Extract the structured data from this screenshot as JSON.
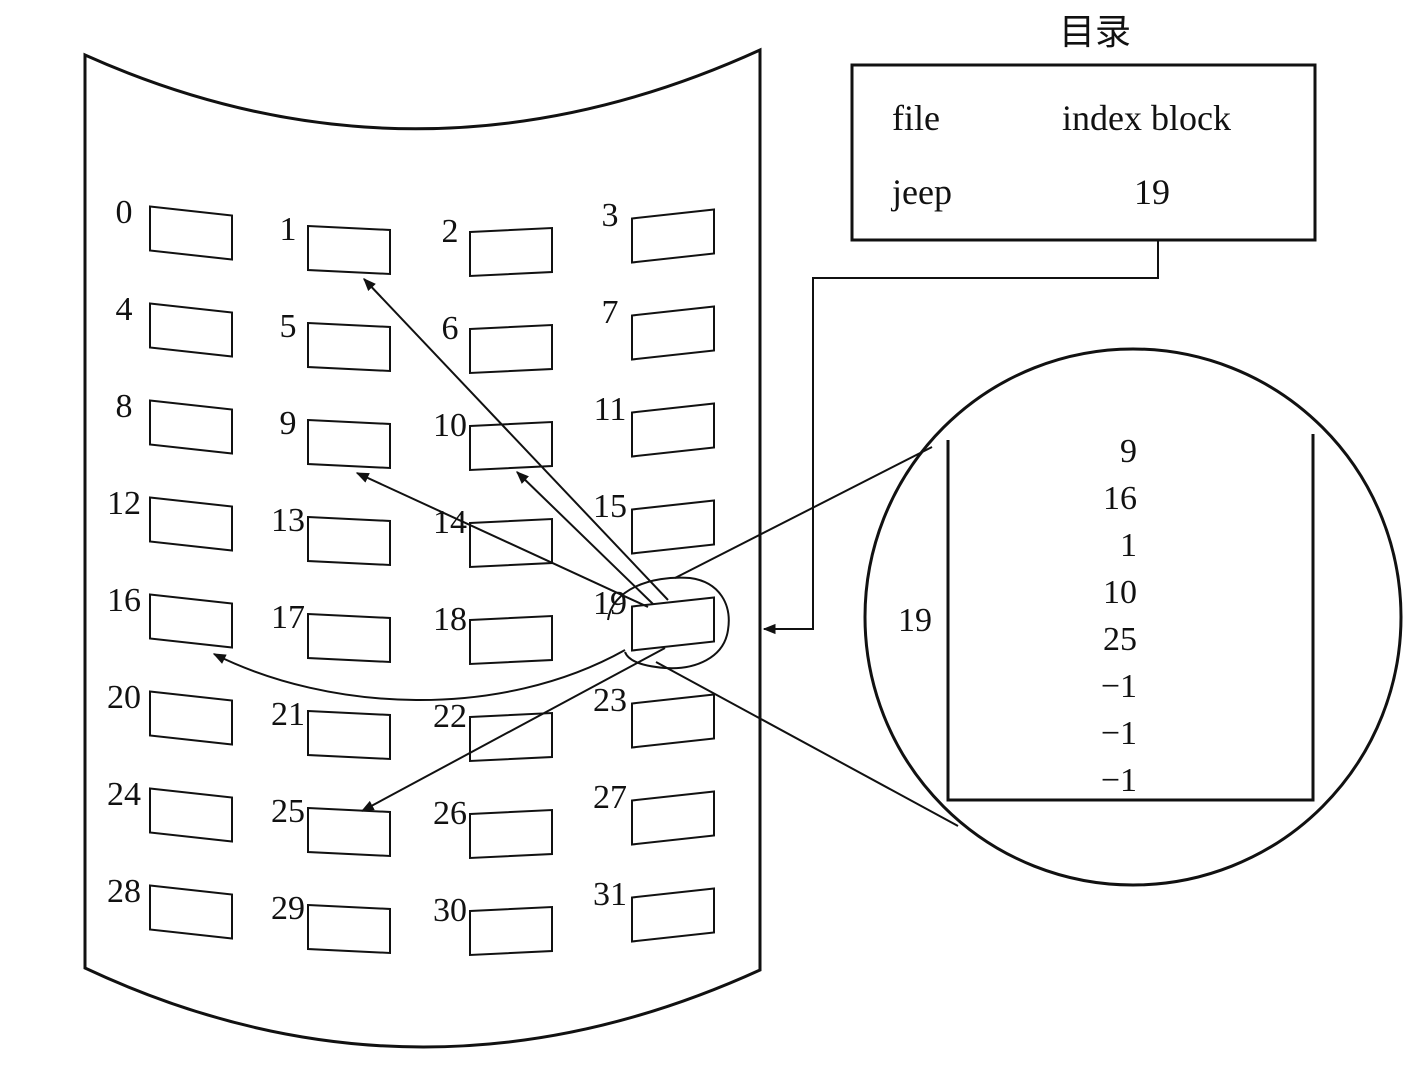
{
  "directory": {
    "title": "目录",
    "headers": {
      "file": "file",
      "index_block": "index block"
    },
    "rows": [
      {
        "file": "jeep",
        "index_block": "19"
      }
    ]
  },
  "disk": {
    "blocks": [
      "0",
      "1",
      "2",
      "3",
      "4",
      "5",
      "6",
      "7",
      "8",
      "9",
      "10",
      "11",
      "12",
      "13",
      "14",
      "15",
      "16",
      "17",
      "18",
      "19",
      "20",
      "21",
      "22",
      "23",
      "24",
      "25",
      "26",
      "27",
      "28",
      "29",
      "30",
      "31"
    ]
  },
  "index_block": {
    "label": "19",
    "entries": [
      "9",
      "16",
      "1",
      "10",
      "25",
      "−1",
      "−1",
      "−1"
    ]
  },
  "colors": {
    "line": "#111111",
    "background": "#ffffff"
  }
}
